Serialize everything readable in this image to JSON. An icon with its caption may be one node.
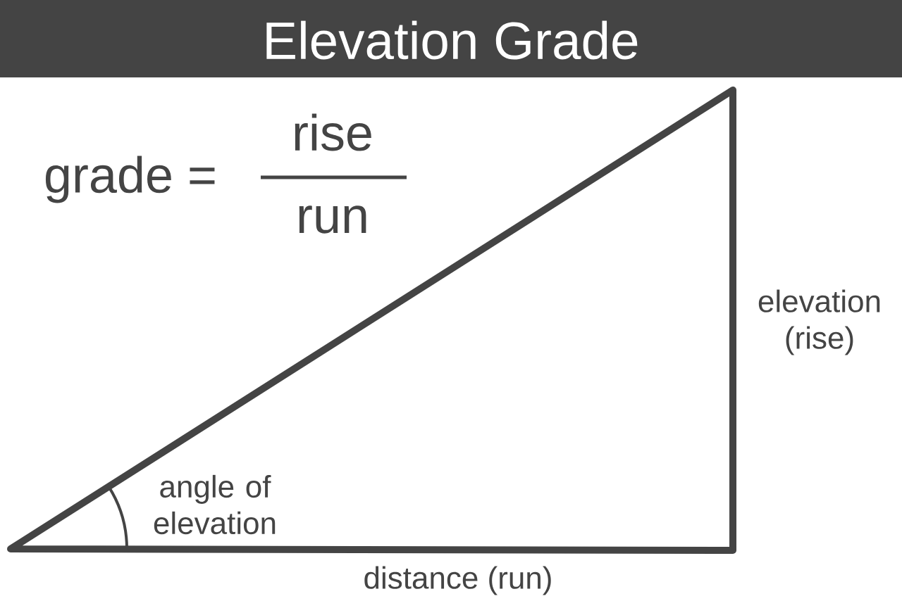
{
  "diagram": {
    "title": "Elevation Grade",
    "labels": [
      "grade =",
      "rise",
      "run",
      "angle of elevation",
      "elevation (rise)",
      "distance (run)"
    ]
  }
}
